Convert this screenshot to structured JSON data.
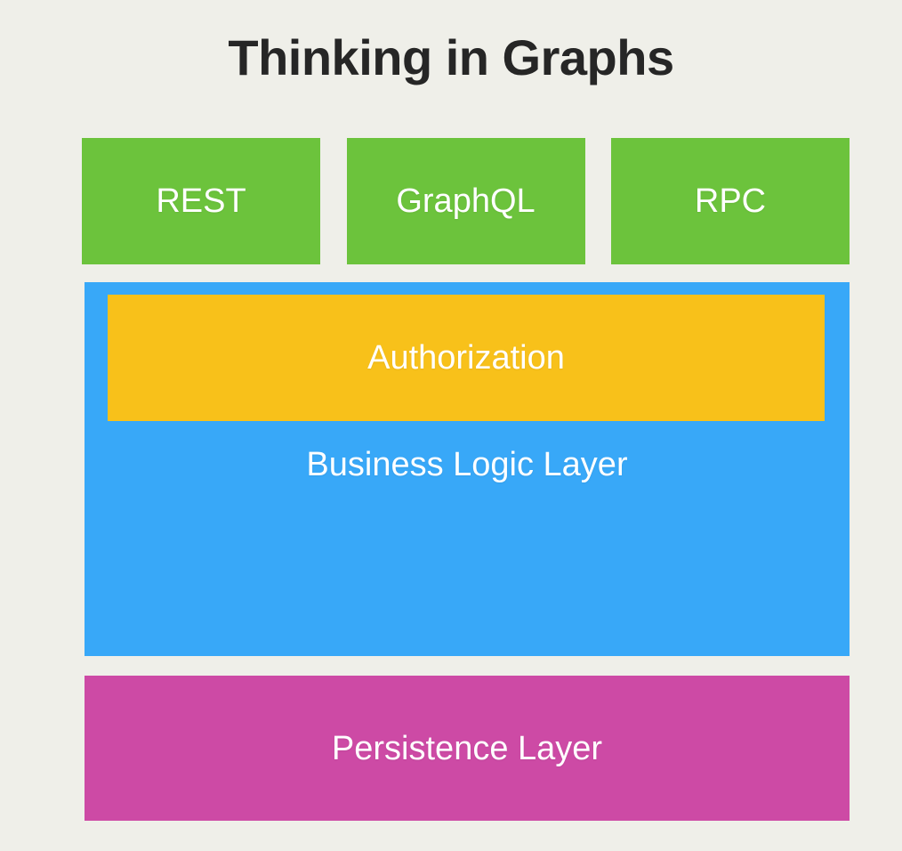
{
  "slide": {
    "title": "Thinking in Graphs",
    "background_color": "#efefe9",
    "title_color": "#262626"
  },
  "api_layer": {
    "color": "#6cc33c",
    "boxes": [
      {
        "label": "REST"
      },
      {
        "label": "GraphQL"
      },
      {
        "label": "RPC"
      }
    ]
  },
  "business_layer": {
    "label": "Business Logic Layer",
    "color": "#38a8f8",
    "authorization": {
      "label": "Authorization",
      "color": "#f8c11a"
    }
  },
  "persistence_layer": {
    "label": "Persistence Layer",
    "color": "#cd4aa5"
  },
  "caption": {
    "text": "",
    "color": "#3d85c6"
  }
}
